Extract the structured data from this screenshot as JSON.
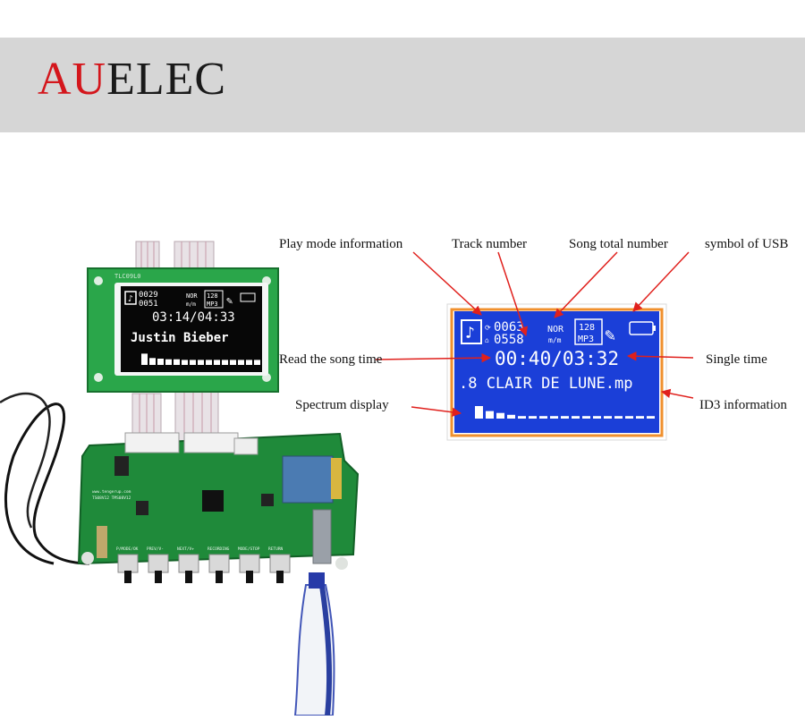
{
  "brand": {
    "part1": "AU",
    "part2": "ELEC",
    "accent_color": "#d4161c",
    "text_color": "#1a1a1a"
  },
  "small_lcd": {
    "pcb_label": "TLC09L0",
    "track": "0029",
    "total": "0051",
    "mode": "NOR",
    "format_top": "128",
    "format_bottom": "MP3",
    "eq": "m/m",
    "time": "03:14/04:33",
    "title": "Justin Bieber",
    "spectrum_bars": [
      0.9,
      0.55,
      0.5,
      0.45,
      0.45,
      0.4,
      0.4,
      0.4,
      0.4,
      0.4,
      0.4,
      0.4,
      0.4,
      0.4,
      0.4
    ]
  },
  "large_lcd": {
    "track": "0063",
    "total": "0558",
    "mode": "NOR",
    "format_top": "128",
    "format_bottom": "MP3",
    "eq": "m/m",
    "time": "00:40/03:32",
    "title": ".8 CLAIR DE LUNE.mp",
    "spectrum_bars": [
      1,
      0.6,
      0.45,
      0.3,
      0.2,
      0.2,
      0.2,
      0.2,
      0.2,
      0.2,
      0.2,
      0.2,
      0.2,
      0.2,
      0.2,
      0.2,
      0.2
    ]
  },
  "annotations": {
    "play_mode": "Play mode information",
    "track_number": "Track number",
    "song_total": "Song total number",
    "usb_symbol": "symbol of USB",
    "read_time": "Read the song time",
    "single_time": "Single time",
    "spectrum": "Spectrum display",
    "id3": "ID3 information"
  },
  "board": {
    "silkscreen_top": "www.tengerup.com",
    "silkscreen_model": "TS08V12  TMS08V12",
    "button_labels": [
      "P/MODE/OK",
      "PREV/V-",
      "NEXT/V+",
      "RECORDING",
      "MODE/STOP",
      "RETURN"
    ]
  },
  "colors": {
    "lcd_blue": "#1b3fd8",
    "lcd_text": "#ffffff",
    "pcb_green": "#1f8a3a",
    "arrow": "#e0201c"
  }
}
